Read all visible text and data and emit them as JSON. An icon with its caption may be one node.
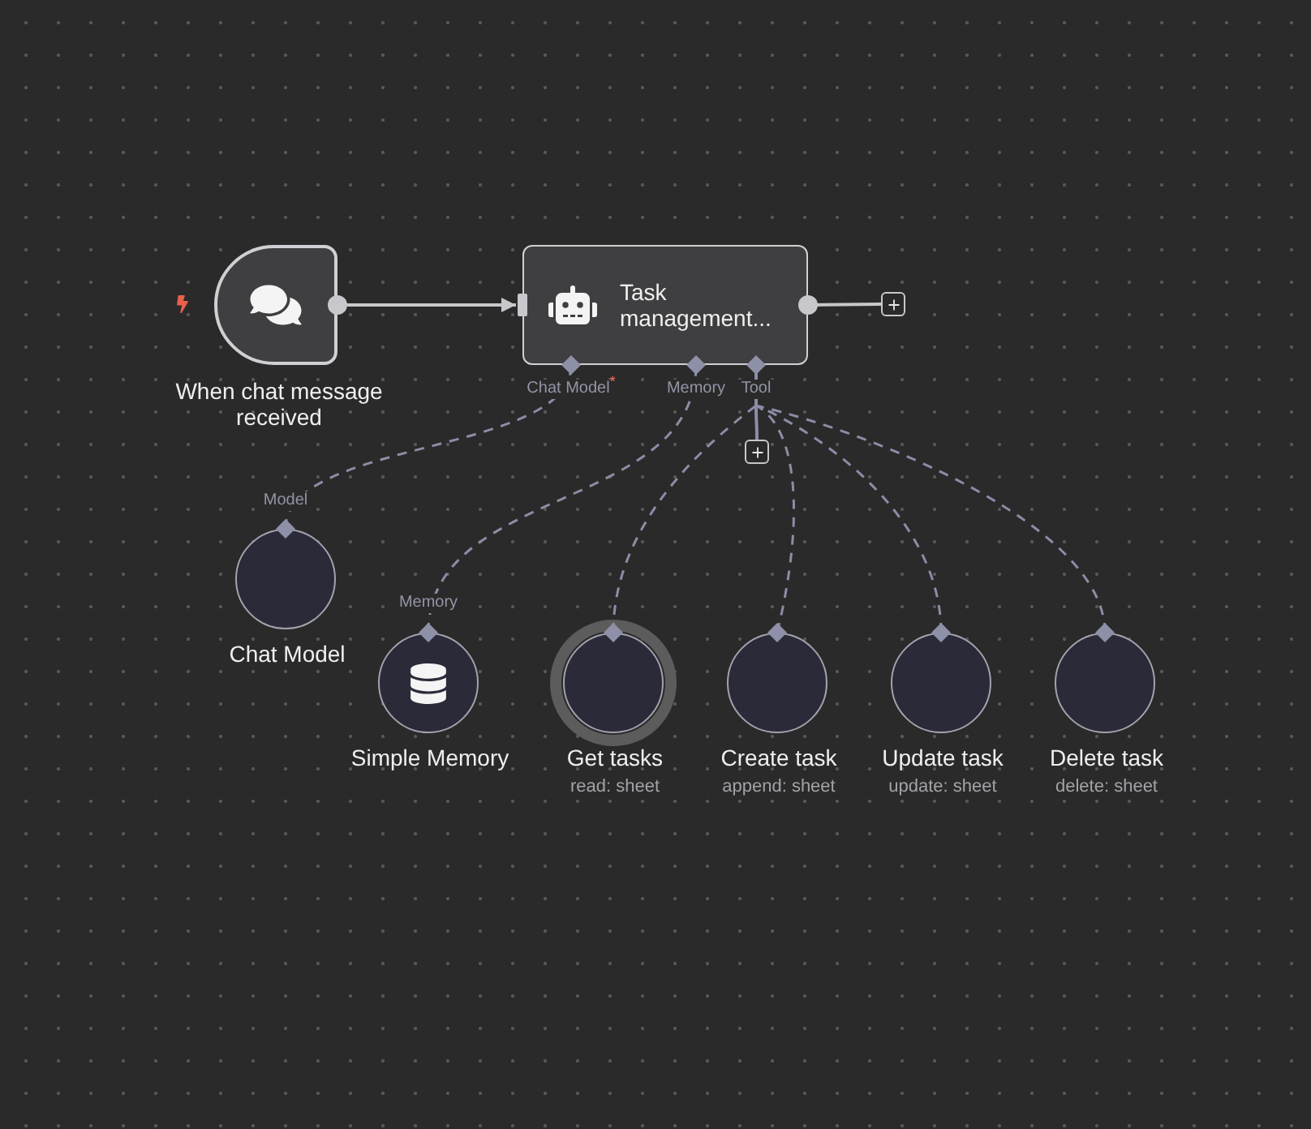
{
  "diagram": {
    "nodes": [
      {
        "text": [
          "When chat message received"
        ]
      },
      {
        "text": [
          "Task management..."
        ],
        "beside": [
          "Chat Model$^{*}$",
          "Memory",
          "Tool"
        ]
      },
      {
        "text": [
          "Chat Model"
        ],
        "beside": [
          "Model"
        ]
      },
      {
        "text": [
          "Simple Memory"
        ],
        "beside": [
          "Memory"
        ]
      },
      {
        "text": [
          "Get tasks",
          "read: sheet"
        ]
      },
      {
        "text": [
          "Create task",
          "append: sheet"
        ]
      },
      {
        "text": [
          "Update task",
          "update: sheet"
        ]
      },
      {
        "text": [
          "Delete task",
          "delete: sheet"
        ]
      },
      {
        "text": [],
        "shape": "box"
      },
      {
        "text": [],
        "shape": "box"
      }
    ],
    "edges": [
      {
        "from": 0,
        "to": 1,
        "arrow": "to",
        "color": "#c8c8cc"
      },
      {
        "from": 1,
        "to": 8,
        "arrow": "other",
        "color": "#c8c8cc"
      },
      {
        "from": 2,
        "to": 1,
        "arrow": "other",
        "style": "dashed"
      },
      {
        "from": 3,
        "to": 1,
        "arrow": "other",
        "style": "dashed"
      },
      {
        "from": 4,
        "to": 1,
        "arrow": "other",
        "style": "dashed"
      },
      {
        "from": 5,
        "to": 1,
        "arrow": "other",
        "style": "dashed"
      },
      {
        "from": 6,
        "to": 1,
        "arrow": "other",
        "style": "dashed"
      },
      {
        "from": 7,
        "to": 1,
        "arrow": "other",
        "style": "dashed"
      },
      {
        "from": 1,
        "to": 9,
        "arrow": "other"
      }
    ]
  }
}
